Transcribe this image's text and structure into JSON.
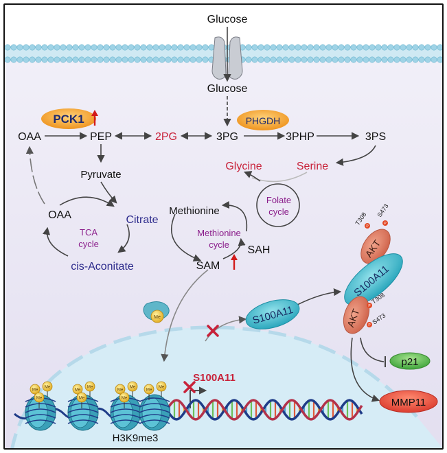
{
  "labels": {
    "glucose_out": "Glucose",
    "glucose_in": "Glucose",
    "pck1": "PCK1",
    "phgdh": "PHGDH",
    "oaa_top": "OAA",
    "pep": "PEP",
    "pg2": "2PG",
    "pg3": "3PG",
    "php3": "3PHP",
    "ps3": "3PS",
    "pyruvate": "Pyruvate",
    "glycine": "Glycine",
    "serine": "Serine",
    "oaa_tca": "OAA",
    "citrate": "Citrate",
    "tca_cycle_line1": "TCA",
    "tca_cycle_line2": "cycle",
    "cis_aconitate": "cis-Aconitate",
    "methionine": "Methionine",
    "folate_line1": "Folate",
    "folate_line2": "cycle",
    "methionine_cycle_line1": "Methionine",
    "methionine_cycle_line2": "cycle",
    "sah": "SAH",
    "sam": "SAM",
    "s100a11_free": "S100A11",
    "s100a11_gene": "S100A11",
    "s100a11_complex": "S100A11",
    "akt_top": "AKT",
    "akt_bottom": "AKT",
    "t308_top": "T308",
    "s473_top": "S473",
    "t308_bottom": "T308",
    "s473_bottom": "S473",
    "p_mark": "P",
    "me_mark": "Me",
    "p21": "p21",
    "mmp11": "MMP11",
    "h3k9me3": "H3K9me3"
  },
  "colors": {
    "cytoplasm": "#e9e6f3",
    "nucleus": "#d8edf6",
    "membrane": "#a6d8ea",
    "pck1_orange": "#f3a12a",
    "red_text": "#c8223a",
    "blue_text": "#2d2b8c",
    "purple_text": "#8b1e8b",
    "akt": "#d9735b",
    "s100a11": "#35b4c6",
    "p21": "#57b848",
    "mmp11": "#e04a3a"
  }
}
